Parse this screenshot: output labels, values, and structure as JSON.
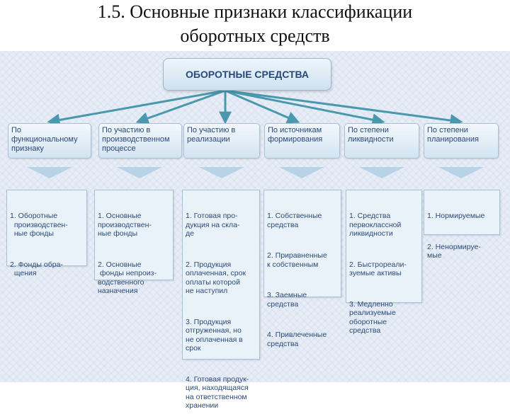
{
  "title": {
    "line1": "1.5. Основные признаки классификации",
    "line2": "оборотных средств"
  },
  "root": {
    "label": "ОБОРОТНЫЕ СРЕДСТВА"
  },
  "criteria": [
    {
      "label": "По\nфункциональному\nпризнаку",
      "items": [
        "1. Оборотные\n  производствен-\n  ные фонды",
        "2. Фонды обра-\n  щения"
      ]
    },
    {
      "label": "По участию в\nпроизводственном\nпроцессе",
      "items": [
        "1. Основные\nпроизводствен-\nные фонды",
        "2. Основные\n фонды непроиз-\nводственного\nназначения"
      ]
    },
    {
      "label": "По участию в\nреализации",
      "items": [
        "1. Готовая про-\nдукция на скла-\nде",
        "2. Продукция\nоплаченная, срок\nоплаты которой\nне наступил",
        "3. Продукция\nотгруженная, но\nне оплаченная в\nсрок",
        "4. Готовая продук-\nция, находящаяся\nна ответственном\nхранении"
      ]
    },
    {
      "label": "По источникам\nформирования",
      "items": [
        "1. Собственные\nсредства",
        "2. Приравненные\nк собственным",
        "3. Заемные\nсредства",
        "4. Привлеченные\nсредства"
      ]
    },
    {
      "label": "По степени\nликвидности",
      "items": [
        "1. Средства\nпервоклассной\nликвидности",
        "2. Быстрореали-\nзуемые активы",
        "3. Медленно\nреализуемые\nоборотные\nсредства"
      ]
    },
    {
      "label": "По степени\nпланирования",
      "items": [
        "1. Нормируемые",
        "2. Ненормируе-\nмые"
      ]
    }
  ]
}
